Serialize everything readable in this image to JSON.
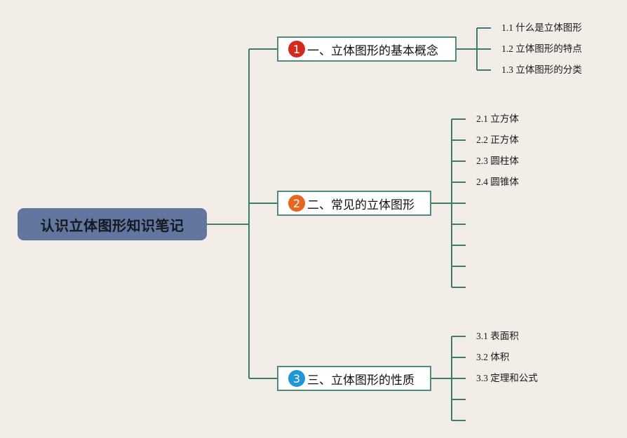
{
  "root": {
    "title": "认识立体图形知识笔记"
  },
  "branches": [
    {
      "number": "1",
      "label": "一、立体图形的基本概念",
      "badge_color": "#d42a1d",
      "children": [
        "1.1 什么是立体图形",
        "1.2 立体图形的特点",
        "1.3 立体图形的分类"
      ]
    },
    {
      "number": "2",
      "label": "二、常见的立体图形",
      "badge_color": "#e8671f",
      "children": [
        "2.1 立方体",
        "2.2 正方体",
        "2.3 圆柱体",
        "2.4 圆锥体",
        "",
        "",
        "",
        "",
        ""
      ]
    },
    {
      "number": "3",
      "label": "三、立体图形的性质",
      "badge_color": "#1f97d6",
      "children": [
        "3.1 表面积",
        "3.2 体积",
        "3.3 定理和公式",
        "",
        ""
      ]
    }
  ],
  "colors": {
    "background": "#f2ede7",
    "connector": "#3a7d6c",
    "root_fill": "#62769f"
  }
}
